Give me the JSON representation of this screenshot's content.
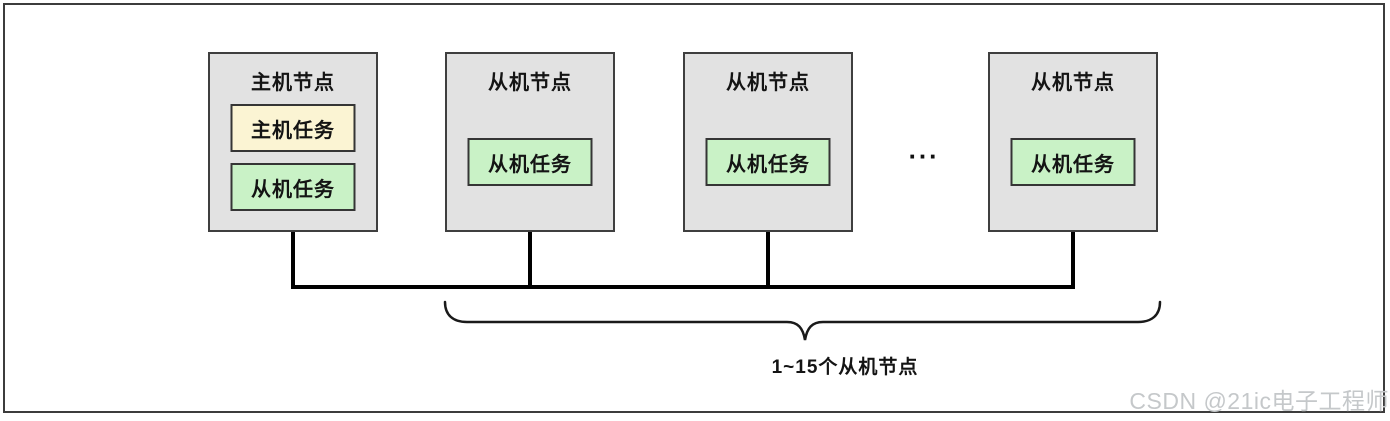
{
  "diagram": {
    "nodes": [
      {
        "title": "主机节点",
        "tasks": [
          {
            "label": "主机任务",
            "type": "master"
          },
          {
            "label": "从机任务",
            "type": "slave"
          }
        ]
      },
      {
        "title": "从机节点",
        "tasks": [
          {
            "label": "从机任务",
            "type": "slave"
          }
        ]
      },
      {
        "title": "从机节点",
        "tasks": [
          {
            "label": "从机任务",
            "type": "slave"
          }
        ]
      },
      {
        "title": "从机节点",
        "tasks": [
          {
            "label": "从机任务",
            "type": "slave"
          }
        ]
      }
    ],
    "ellipsis": "...",
    "brace_label": "1~15个从机节点",
    "colors": {
      "node_bg": "#e2e2e2",
      "node_border": "#3f3f3f",
      "master_task_bg": "#fbf4d3",
      "slave_task_bg": "#c9f2c6",
      "task_border": "#353535",
      "bus_color": "#000000",
      "brace_color": "#1a1a1a",
      "frame_border": "#3c3c3c",
      "watermark_color": "#c5c8ca"
    }
  },
  "watermark": "CSDN @21ic电子工程师"
}
